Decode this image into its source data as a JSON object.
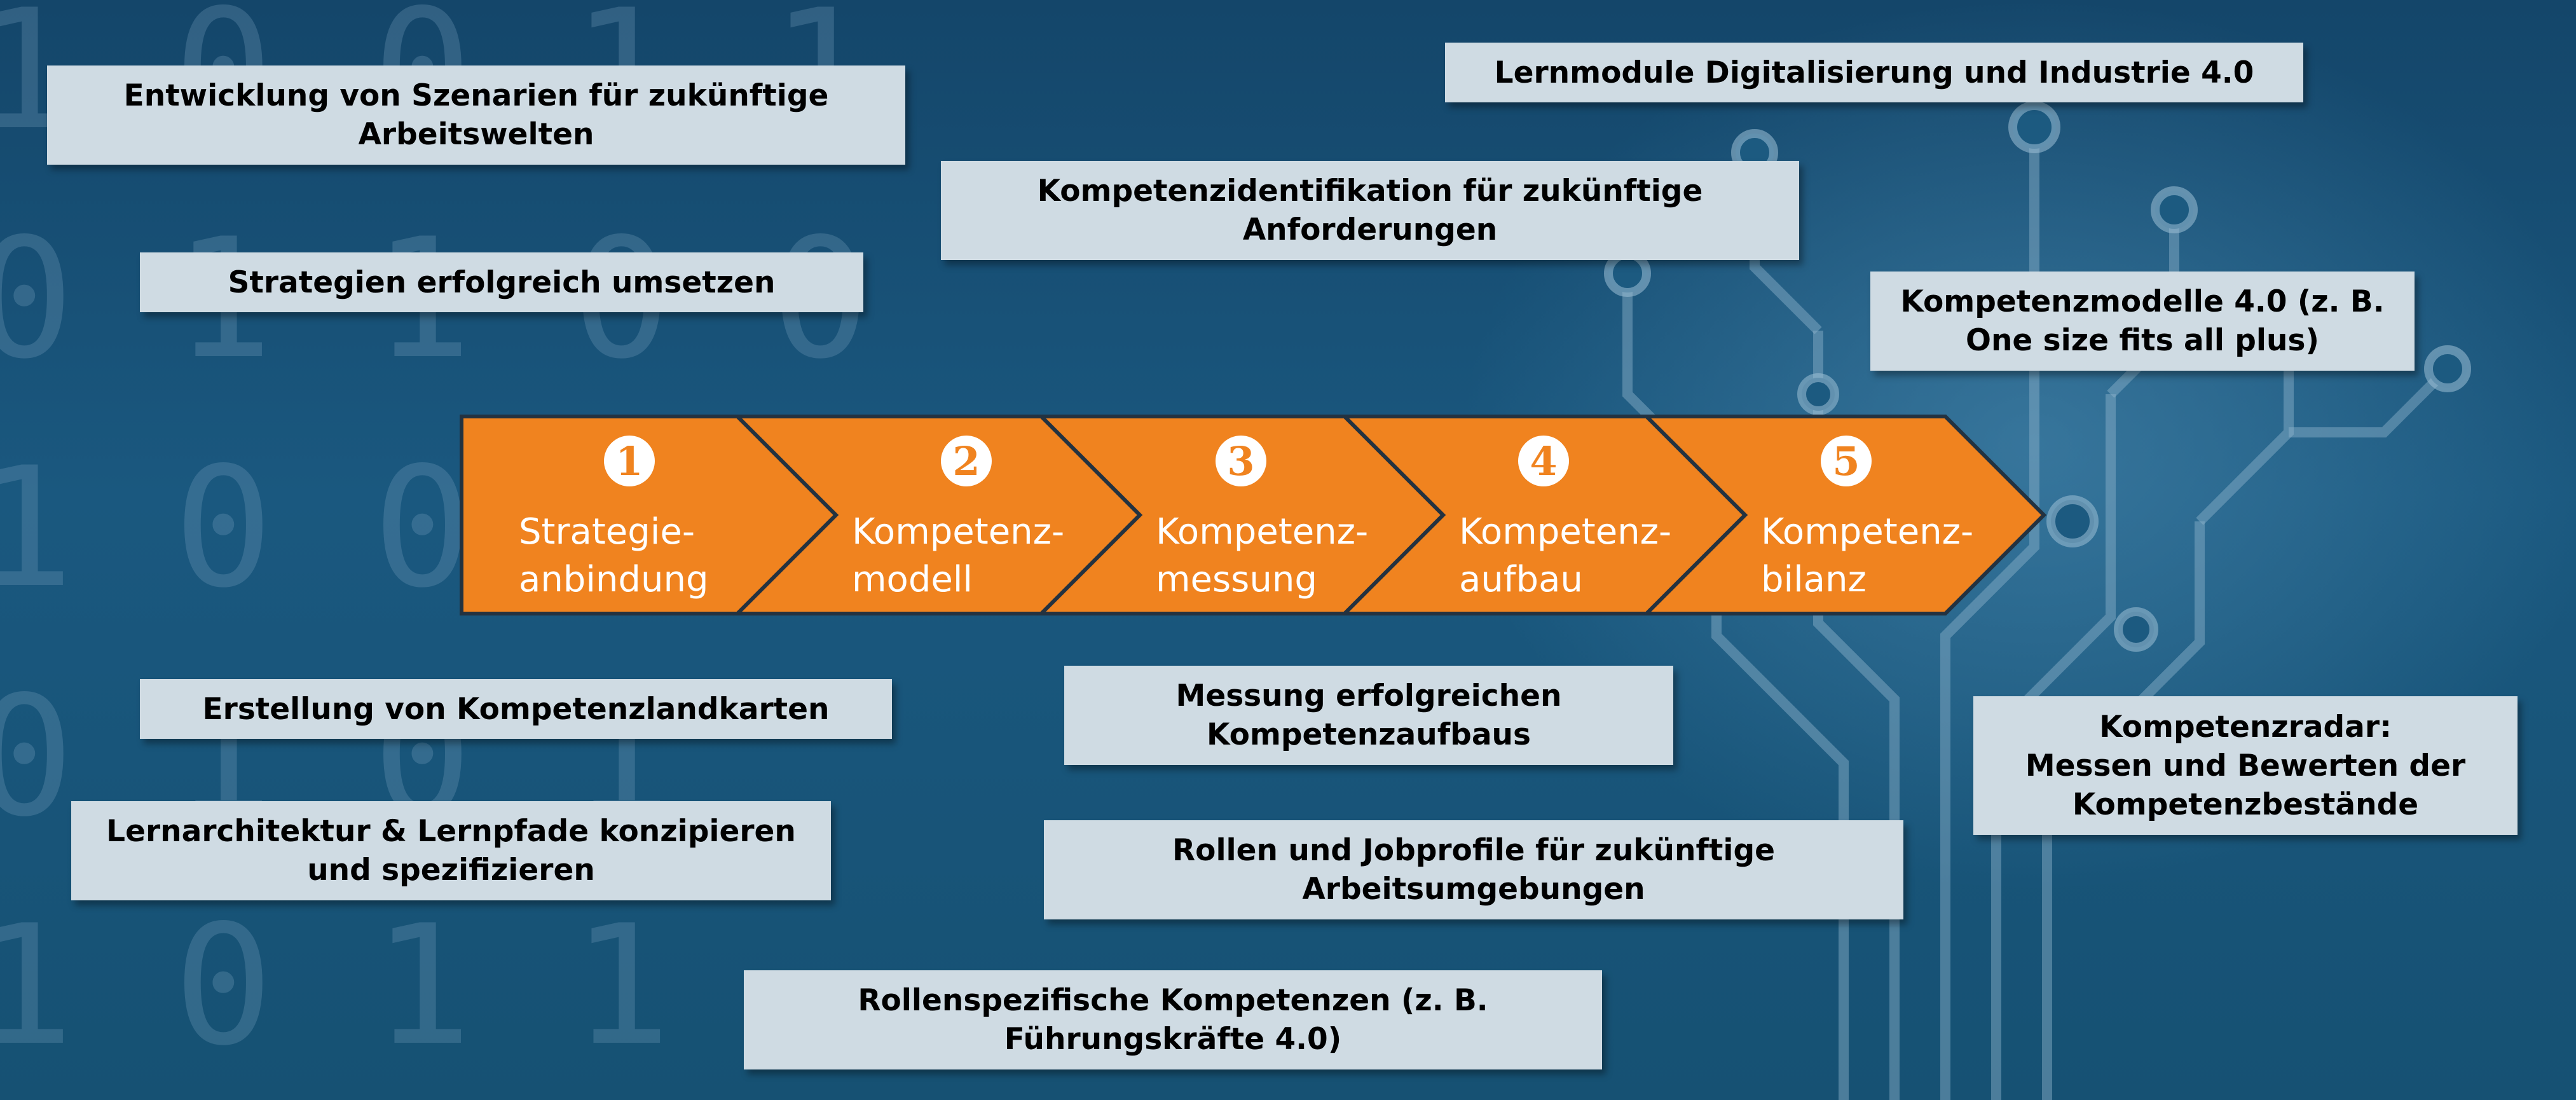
{
  "colors": {
    "background": "#1a587f",
    "arrow": "#f0831f",
    "arrow_border": "#233240",
    "box": "#cfdbe3",
    "text_dark": "#000000",
    "text_light": "#ffffff"
  },
  "process": [
    {
      "number": "1",
      "label_line1": "Strategie-",
      "label_line2": "anbindung"
    },
    {
      "number": "2",
      "label_line1": "Kompetenz-",
      "label_line2": "modell"
    },
    {
      "number": "3",
      "label_line1": "Kompetenz-",
      "label_line2": "messung"
    },
    {
      "number": "4",
      "label_line1": "Kompetenz-",
      "label_line2": "aufbau"
    },
    {
      "number": "5",
      "label_line1": "Kompetenz-",
      "label_line2": "bilanz"
    }
  ],
  "boxes": {
    "szenarien": {
      "line1": "Entwicklung von Szenarien für zukünftige",
      "line2": "Arbeitswelten"
    },
    "strategien": {
      "line1": "Strategien erfolgreich umsetzen"
    },
    "lernmodule": {
      "line1": "Lernmodule Digitalisierung und Industrie 4.0"
    },
    "kompetenzidentifikation": {
      "line1": "Kompetenzidentifikation für zukünftige",
      "line2": "Anforderungen"
    },
    "kompetenzmodelle": {
      "line1": "Kompetenzmodelle 4.0 (z. B.",
      "line2": "One size fits all plus)"
    },
    "landkarten": {
      "line1": "Erstellung von Kompetenzlandkarten"
    },
    "lernarchitektur": {
      "line1": "Lernarchitektur & Lernpfade konzipieren",
      "line2": "und spezifizieren"
    },
    "messung": {
      "line1": "Messung erfolgreichen",
      "line2": "Kompetenzaufbaus"
    },
    "rollen": {
      "line1": "Rollen und Jobprofile für zukünftige",
      "line2": "Arbeitsumgebungen"
    },
    "rollenspezifisch": {
      "line1": "Rollenspezifische Kompetenzen (z. B.",
      "line2": "Führungskräfte 4.0)"
    },
    "kompetenzradar": {
      "line1": "Kompetenzradar:",
      "line2": "Messen und Bewerten der",
      "line3": "Kompetenzbestände"
    }
  }
}
